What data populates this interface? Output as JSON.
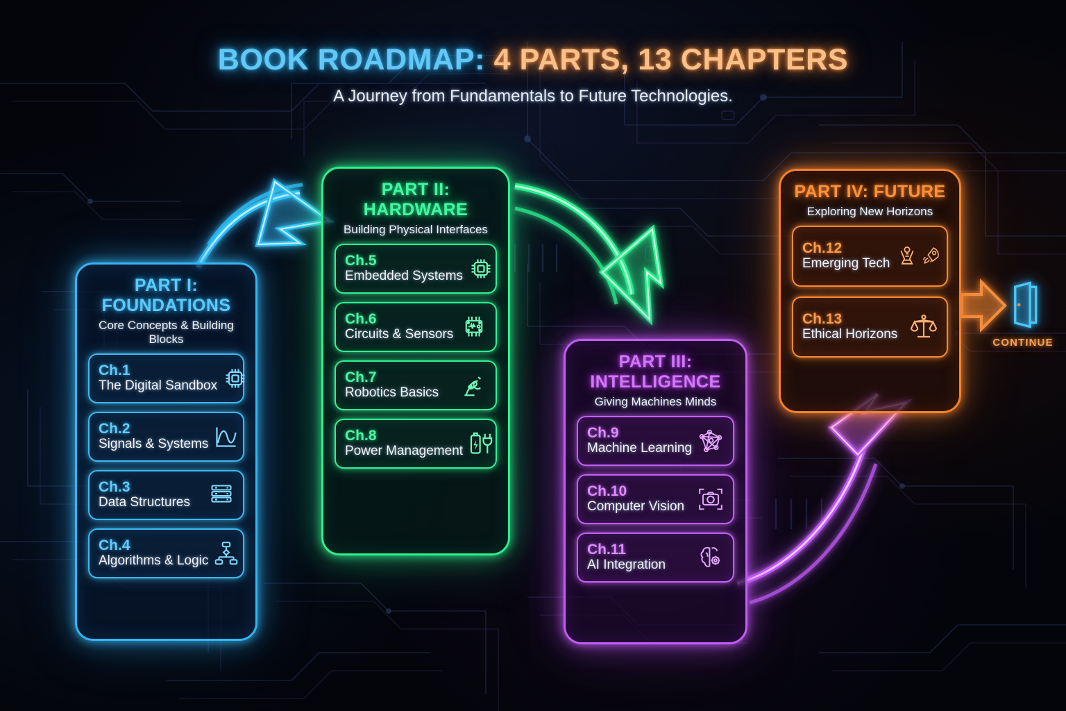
{
  "header": {
    "title_primary": "BOOK ROADMAP:",
    "title_accent": "4 PARTS, 13 CHAPTERS",
    "subtitle": "A Journey from Fundamentals to Future Technologies."
  },
  "parts": [
    {
      "id": "part1",
      "title": "PART I: FOUNDATIONS",
      "subtitle": "Core Concepts & Building Blocks",
      "color": "#35b6f2",
      "chapters": [
        {
          "num": "Ch.1",
          "name": "The Digital Sandbox",
          "icon": "microchip-icon"
        },
        {
          "num": "Ch.2",
          "name": "Signals & Systems",
          "icon": "waveform-icon"
        },
        {
          "num": "Ch.3",
          "name": "Data Structures",
          "icon": "server-stack-icon"
        },
        {
          "num": "Ch.4",
          "name": "Algorithms & Logic",
          "icon": "flowchart-icon"
        }
      ]
    },
    {
      "id": "part2",
      "title": "PART II: HARDWARE",
      "subtitle": "Building Physical Interfaces",
      "color": "#2ef08c",
      "chapters": [
        {
          "num": "Ch.5",
          "name": "Embedded Systems",
          "icon": "microchip-icon"
        },
        {
          "num": "Ch.6",
          "name": "Circuits & Sensors",
          "icon": "circuit-board-icon"
        },
        {
          "num": "Ch.7",
          "name": "Robotics Basics",
          "icon": "robot-arm-icon"
        },
        {
          "num": "Ch.8",
          "name": "Power Management",
          "icon": "battery-plug-icon"
        }
      ]
    },
    {
      "id": "part3",
      "title": "PART III: INTELLIGENCE",
      "subtitle": "Giving Machines Minds",
      "color": "#c45cf5",
      "chapters": [
        {
          "num": "Ch.9",
          "name": "Machine Learning",
          "icon": "neural-network-icon"
        },
        {
          "num": "Ch.10",
          "name": "Computer Vision",
          "icon": "camera-focus-icon"
        },
        {
          "num": "Ch.11",
          "name": "AI Integration",
          "icon": "brain-gear-icon"
        }
      ]
    },
    {
      "id": "part4",
      "title": "PART IV: FUTURE",
      "subtitle": "Exploring New Horizons",
      "color": "#f5822e",
      "chapters": [
        {
          "num": "Ch.12",
          "name": "Emerging Tech",
          "icon": "hologram-rocket-icon"
        },
        {
          "num": "Ch.13",
          "name": "Ethical Horizons",
          "icon": "scales-balance-icon"
        }
      ]
    }
  ],
  "continue": {
    "label": "CONTINUE",
    "icon": "open-door-icon",
    "arrow_icon": "right-arrow-icon"
  },
  "flow_arrows": [
    {
      "from": "part1",
      "to": "part2",
      "icon": "curved-arrow-up-right-icon",
      "color": "#35b6f2"
    },
    {
      "from": "part2",
      "to": "part3",
      "icon": "curved-arrow-down-right-icon",
      "color": "#2ef08c"
    },
    {
      "from": "part3",
      "to": "part4",
      "icon": "curved-arrow-up-right-icon",
      "color": "#c45cf5"
    }
  ]
}
